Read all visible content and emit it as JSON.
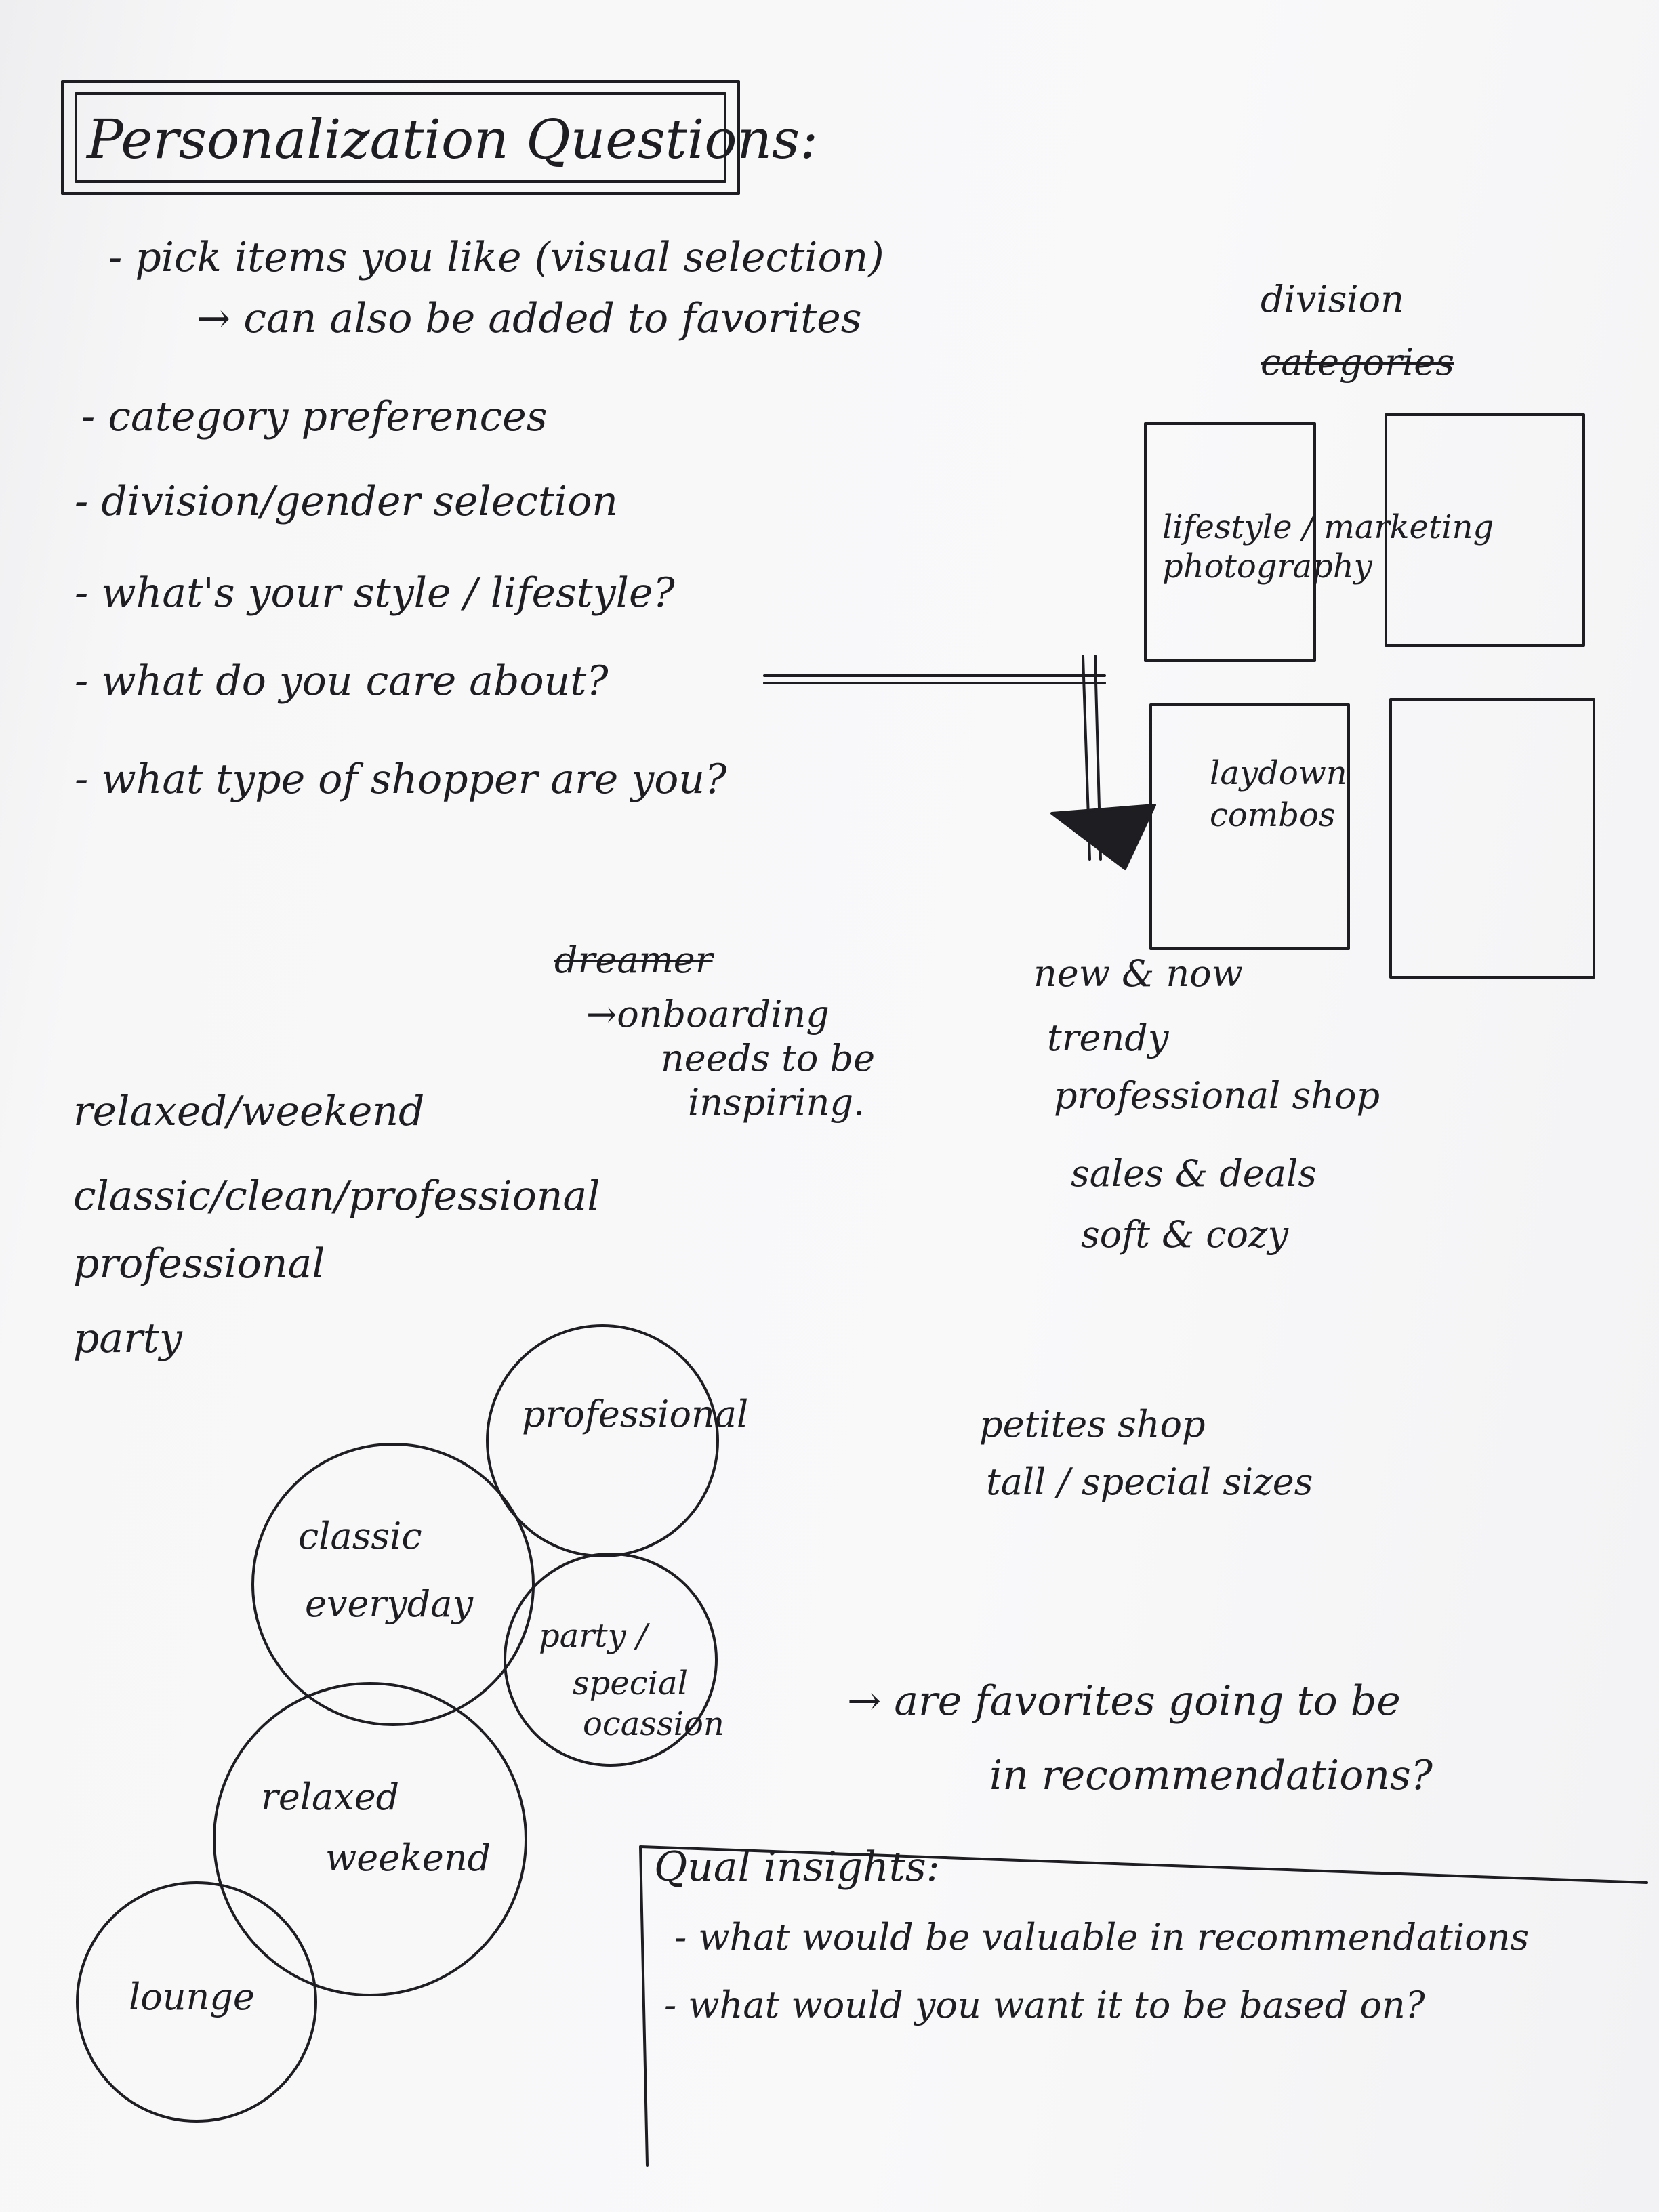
{
  "title": "Personalization Questions:",
  "questions": [
    "- pick items you like (visual selection)",
    "→ can also be added to favorites",
    "- category preferences",
    "- division/gender selection",
    "- what's your style / lifestyle?",
    "- what do you care about?",
    "- what type of shopper are you?"
  ],
  "photo_panel": {
    "heading": "division",
    "struck_heading": "categories",
    "box_labels": [
      "lifestyle / marketing photography",
      "laydown combos"
    ]
  },
  "onboarding_note": {
    "struck_word": "dreamer",
    "lines": [
      "→onboarding",
      "needs to be",
      "inspiring."
    ]
  },
  "shop_types": [
    "new & now",
    "trendy",
    "professional shop",
    "sales & deals",
    "soft & cozy"
  ],
  "style_list": [
    "relaxed/weekend",
    "classic/clean/professional",
    "professional",
    "party"
  ],
  "venn_circles": [
    {
      "lines": [
        "professional"
      ]
    },
    {
      "lines": [
        "classic",
        "everyday"
      ]
    },
    {
      "lines": [
        "party /",
        "special",
        "ocassion"
      ]
    },
    {
      "lines": [
        "relaxed",
        "weekend"
      ]
    },
    {
      "lines": [
        "lounge"
      ]
    }
  ],
  "size_shops": [
    "petites shop",
    "tall / special sizes"
  ],
  "favorites_question": [
    "→ are favorites going to be",
    "in recommendations?"
  ],
  "qual_insights": {
    "heading": "Qual insights:",
    "items": [
      "- what would be valuable in recommendations",
      "- what would you want it to be based on?"
    ]
  }
}
